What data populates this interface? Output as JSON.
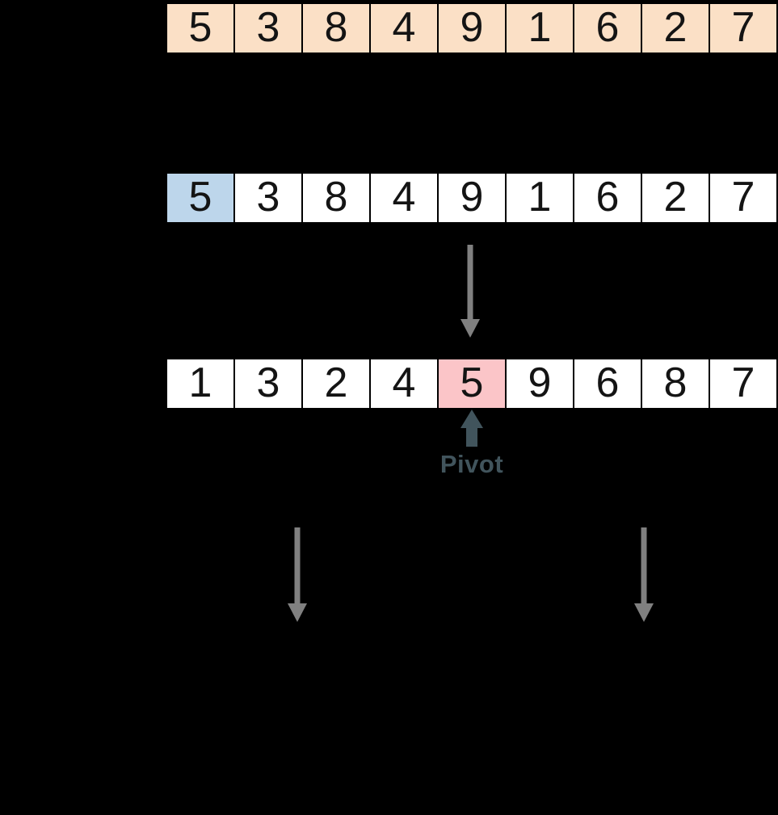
{
  "diagram_title": "quicksort-partition-step",
  "colors": {
    "background": "#000000",
    "cell_border": "#000000",
    "digit": "#141414",
    "unsorted_fill": "#FBE0C6",
    "white_fill": "#FFFFFF",
    "pivot_chosen_fill": "#BDD6EB",
    "pivot_placed_fill": "#FBC5C8",
    "flow_arrow": "#808080",
    "pivot_accent": "#41545C"
  },
  "arrays": [
    {
      "name": "array-initial",
      "values": [
        "5",
        "3",
        "8",
        "4",
        "9",
        "1",
        "6",
        "2",
        "7"
      ],
      "base_fill": "#FBE0C6",
      "highlights": []
    },
    {
      "name": "array-pivot-chosen",
      "values": [
        "5",
        "3",
        "8",
        "4",
        "9",
        "1",
        "6",
        "2",
        "7"
      ],
      "base_fill": "#FFFFFF",
      "highlights": [
        {
          "index": 0,
          "fill": "#BDD6EB"
        }
      ]
    },
    {
      "name": "array-partitioned",
      "values": [
        "1",
        "3",
        "2",
        "4",
        "5",
        "9",
        "6",
        "8",
        "7"
      ],
      "base_fill": "#FFFFFF",
      "highlights": [
        {
          "index": 4,
          "fill": "#FBC5C8"
        }
      ]
    }
  ],
  "pivot_label": "Pivot",
  "icons": {
    "mid_arrow": "down-arrow-icon",
    "left_arrow": "down-arrow-icon",
    "right_arrow": "down-arrow-icon",
    "pivot_arrow": "up-arrow-icon"
  }
}
